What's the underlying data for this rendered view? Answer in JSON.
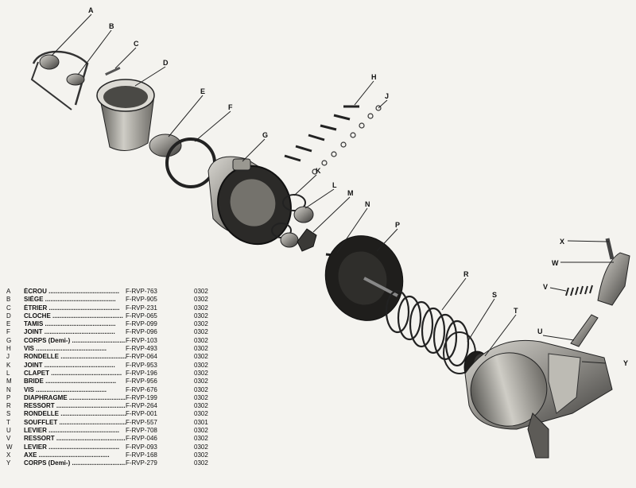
{
  "callouts": [
    "A",
    "B",
    "C",
    "D",
    "E",
    "F",
    "G",
    "H",
    "J",
    "K",
    "L",
    "M",
    "N",
    "P",
    "R",
    "S",
    "T",
    "U",
    "V",
    "W",
    "X",
    "Y"
  ],
  "parts": [
    {
      "letter": "A",
      "name": "ÉCROU",
      "ref": "F-RVP-763",
      "code": "0302"
    },
    {
      "letter": "B",
      "name": "SIÈGE",
      "ref": "F-RVP-905",
      "code": "0302"
    },
    {
      "letter": "C",
      "name": "ÉTRIER",
      "ref": "F-RVP-231",
      "code": "0302"
    },
    {
      "letter": "D",
      "name": "CLOCHE",
      "ref": "F-RVP-065",
      "code": "0302"
    },
    {
      "letter": "E",
      "name": "TAMIS",
      "ref": "F-RVP-099",
      "code": "0302"
    },
    {
      "letter": "F",
      "name": "JOINT",
      "ref": "F-RVP-096",
      "code": "0302"
    },
    {
      "letter": "G",
      "name": "CORPS (Demi-)",
      "ref": "F-RVP-103",
      "code": "0302"
    },
    {
      "letter": "H",
      "name": "VIS",
      "ref": "F-RVP-493",
      "code": "0302"
    },
    {
      "letter": "J",
      "name": "RONDELLE",
      "ref": "F-RVP-064",
      "code": "0302"
    },
    {
      "letter": "K",
      "name": "JOINT",
      "ref": "F-RVP-953",
      "code": "0302"
    },
    {
      "letter": "L",
      "name": "CLAPET",
      "ref": "F-RVP-196",
      "code": "0302"
    },
    {
      "letter": "M",
      "name": "BRIDE",
      "ref": "F-RVP-956",
      "code": "0302"
    },
    {
      "letter": "N",
      "name": "VIS",
      "ref": "F-RVP-676",
      "code": "0302"
    },
    {
      "letter": "P",
      "name": "DIAPHRAGME",
      "ref": "F-RVP-199",
      "code": "0302"
    },
    {
      "letter": "R",
      "name": "RESSORT",
      "ref": "F-RVP-264",
      "code": "0302"
    },
    {
      "letter": "S",
      "name": "RONDELLE",
      "ref": "F-RVP-001",
      "code": "0302"
    },
    {
      "letter": "T",
      "name": "SOUFFLET",
      "ref": "F-RVP-557",
      "code": "0301"
    },
    {
      "letter": "U",
      "name": "LEVIER",
      "ref": "F-RVP-708",
      "code": "0302"
    },
    {
      "letter": "V",
      "name": "RESSORT",
      "ref": "F-RVP-046",
      "code": "0302"
    },
    {
      "letter": "W",
      "name": "LEVIER",
      "ref": "F-RVP-093",
      "code": "0302"
    },
    {
      "letter": "X",
      "name": "AXE",
      "ref": "F-RVP-168",
      "code": "0302"
    },
    {
      "letter": "Y",
      "name": "CORPS (Demi-)",
      "ref": "F-RVP-279",
      "code": "0302"
    }
  ]
}
